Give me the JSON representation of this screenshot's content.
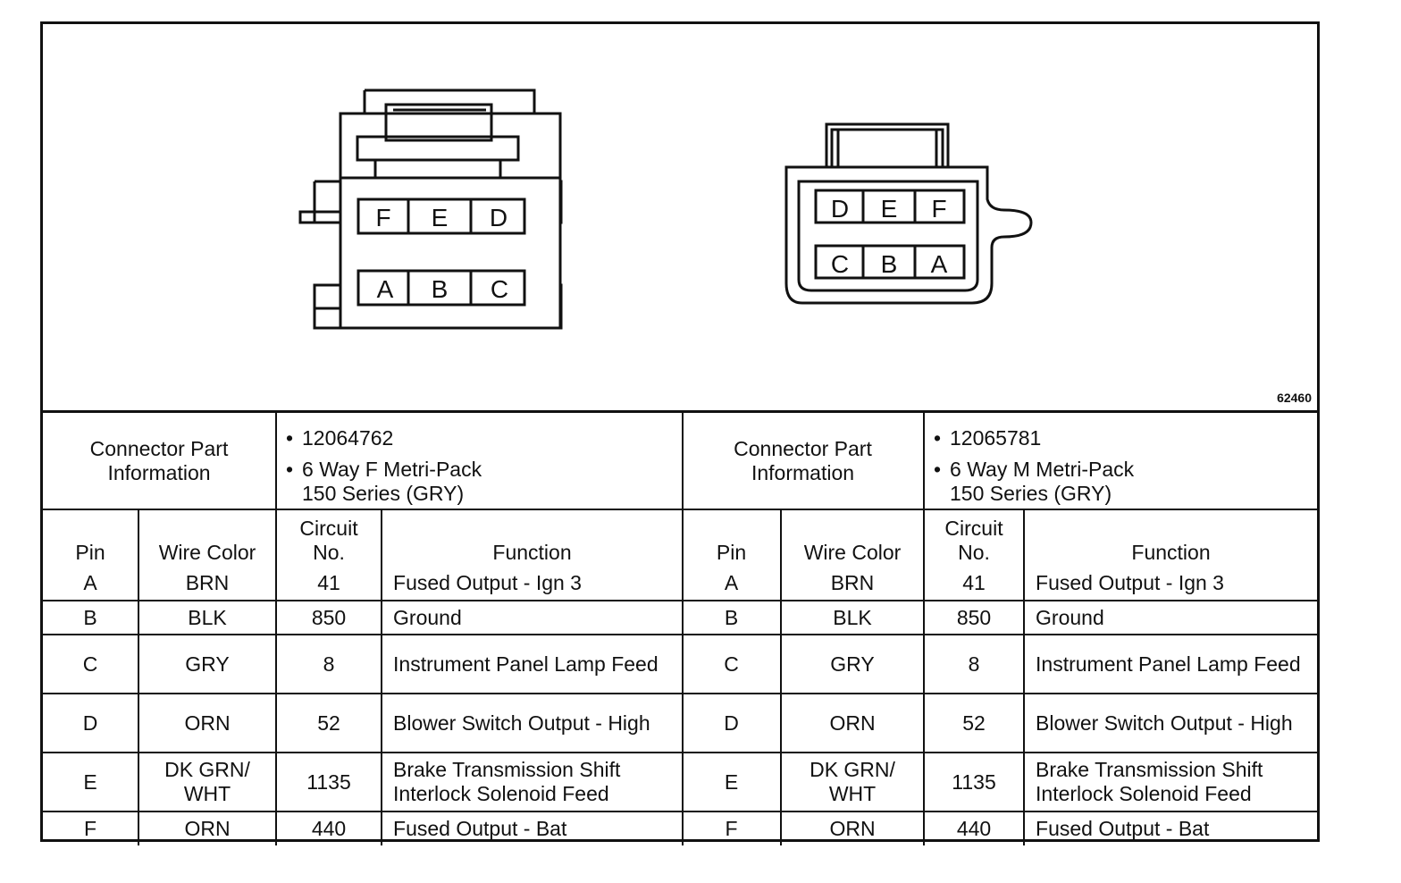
{
  "figure_id": "62460",
  "connectors": [
    {
      "id": "left",
      "diagram_pins_top": [
        "F",
        "E",
        "D"
      ],
      "diagram_pins_bottom": [
        "A",
        "B",
        "C"
      ],
      "info_label": "Connector Part Information",
      "info_lines": [
        "12064762",
        "6 Way F Metri-Pack",
        "150 Series (GRY)"
      ],
      "headers": {
        "pin": "Pin",
        "wire_color": "Wire Color",
        "circuit": "Circuit No.",
        "function": "Function"
      },
      "rows": [
        {
          "pin": "A",
          "wire_color": "BRN",
          "circuit": "41",
          "function": "Fused Output - Ign 3"
        },
        {
          "pin": "B",
          "wire_color": "BLK",
          "circuit": "850",
          "function": "Ground"
        },
        {
          "pin": "C",
          "wire_color": "GRY",
          "circuit": "8",
          "function": "Instrument Panel Lamp Feed"
        },
        {
          "pin": "D",
          "wire_color": "ORN",
          "circuit": "52",
          "function": "Blower Switch Output - High"
        },
        {
          "pin": "E",
          "wire_color": "DK GRN/ WHT",
          "circuit": "1135",
          "function": "Brake Transmission Shift Interlock Solenoid Feed"
        },
        {
          "pin": "F",
          "wire_color": "ORN",
          "circuit": "440",
          "function": "Fused Output - Bat"
        }
      ]
    },
    {
      "id": "right",
      "diagram_pins_top": [
        "D",
        "E",
        "F"
      ],
      "diagram_pins_bottom": [
        "C",
        "B",
        "A"
      ],
      "info_label": "Connector Part Information",
      "info_lines": [
        "12065781",
        "6 Way M Metri-Pack",
        "150 Series (GRY)"
      ],
      "headers": {
        "pin": "Pin",
        "wire_color": "Wire Color",
        "circuit": "Circuit No.",
        "function": "Function"
      },
      "rows": [
        {
          "pin": "A",
          "wire_color": "BRN",
          "circuit": "41",
          "function": "Fused Output - Ign 3"
        },
        {
          "pin": "B",
          "wire_color": "BLK",
          "circuit": "850",
          "function": "Ground"
        },
        {
          "pin": "C",
          "wire_color": "GRY",
          "circuit": "8",
          "function": "Instrument Panel Lamp Feed"
        },
        {
          "pin": "D",
          "wire_color": "ORN",
          "circuit": "52",
          "function": "Blower Switch Output - High"
        },
        {
          "pin": "E",
          "wire_color": "DK GRN/ WHT",
          "circuit": "1135",
          "function": "Brake Transmission Shift Interlock Solenoid Feed"
        },
        {
          "pin": "F",
          "wire_color": "ORN",
          "circuit": "440",
          "function": "Fused Output - Bat"
        }
      ]
    }
  ]
}
